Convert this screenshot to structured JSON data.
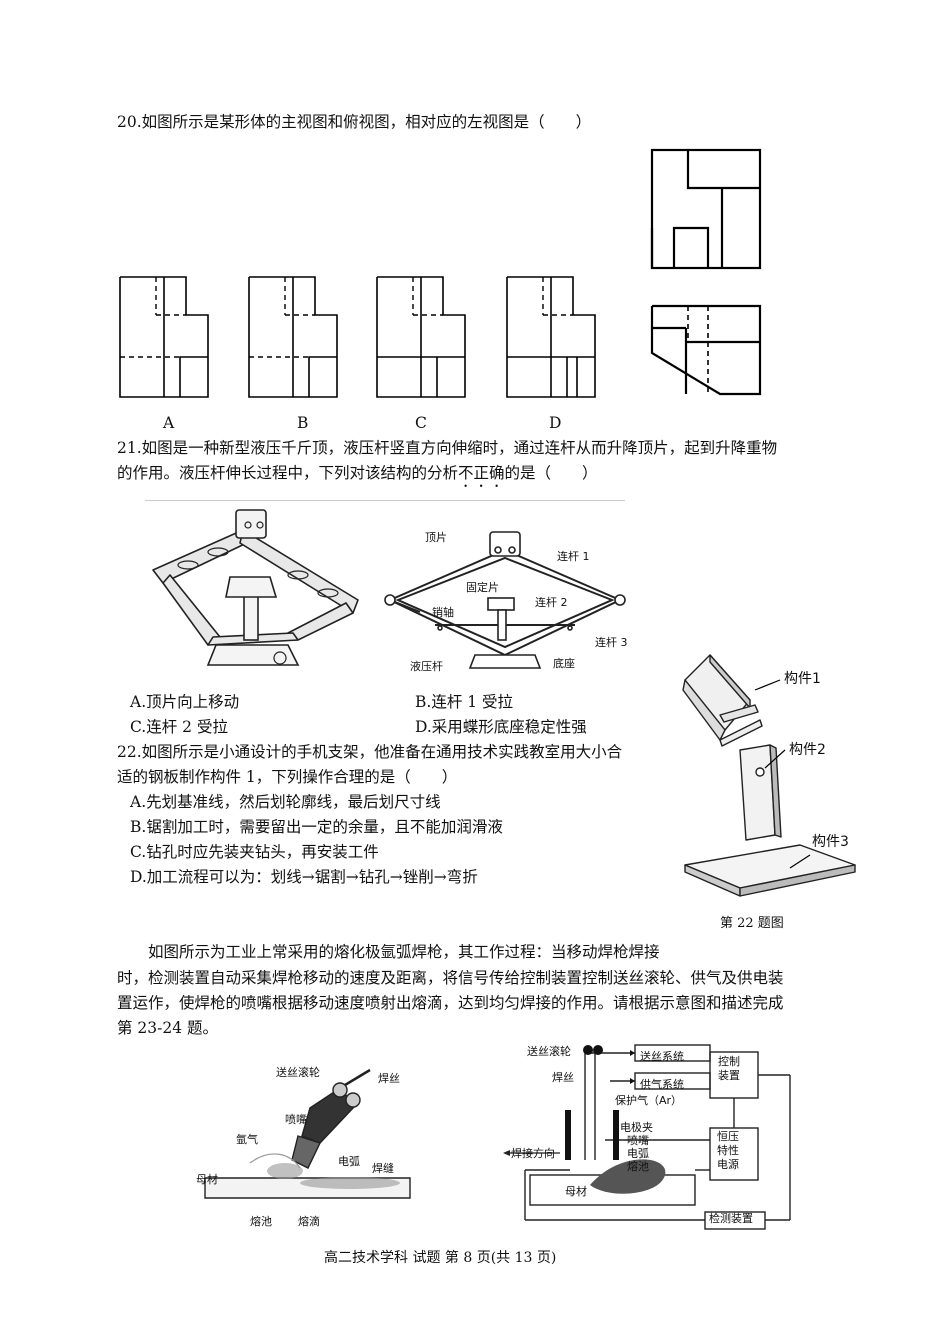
{
  "q20": {
    "stem": "20.如图所示是某形体的主视图和俯视图，相对应的左视图是（　　）",
    "options": [
      "A",
      "B",
      "C",
      "D"
    ]
  },
  "q21": {
    "stem_line1": "21.如图是一种新型液压千斤顶，液压杆竖直方向伸缩时，通过连杆从而升降顶片，起到升降重物",
    "stem_line2_a": "的作用。液压杆伸长过程中，下列对该结构的分析",
    "stem_line2_emph": "不正确",
    "stem_line2_b": "的是（　　）",
    "labels": {
      "top_plate": "顶片",
      "link1": "连杆 1",
      "fixed_plate": "固定片",
      "link2": "连杆 2",
      "pin": "销轴",
      "link3": "连杆 3",
      "hydraulic_rod": "液压杆",
      "base": "底座"
    },
    "option_a": "A.顶片向上移动",
    "option_b": "B.连杆 1 受拉",
    "option_c": "C.连杆 2 受拉",
    "option_d": "D.采用蝶形底座稳定性强"
  },
  "q22": {
    "stem_line1": "22.如图所示是小通设计的手机支架，他准备在通用技术实践教室用大小合",
    "stem_line2": "适的钢板制作构件 1，下列操作合理的是（　　）",
    "option_a": "A.先划基准线，然后划轮廓线，最后划尺寸线",
    "option_b": "B.锯割加工时，需要留出一定的余量，且不能加润滑液",
    "option_c": "C.钻孔时应先装夹钻头，再安装工件",
    "option_d": "D.加工流程可以为：划线→锯割→钻孔→锉削→弯折",
    "part1": "构件1",
    "part2": "构件2",
    "part3": "构件3",
    "caption": "第 22 题图"
  },
  "intro": {
    "line1": "如图所示为工业上常采用的熔化极氩弧焊枪，其工作过程：当移动焊枪焊接",
    "line2": "时，检测装置自动采集焊枪移动的速度及距离，将信号传给控制装置控制送丝滚轮、供气及供电装",
    "line3": "置运作，使焊枪的喷嘴根据移动速度喷射出熔滴，达到均匀焊接的作用。请根据示意图和描述完成",
    "line4": "第 23-24 题。"
  },
  "weld_left": {
    "feed_roller": "送丝滚轮",
    "wire": "焊丝",
    "nozzle": "喷嘴",
    "argon": "氩气",
    "arc": "电弧",
    "seam": "焊缝",
    "base_metal": "母材",
    "pool": "熔池",
    "droplet": "熔滴"
  },
  "weld_right": {
    "feed_roller": "送丝滚轮",
    "feed_system": "送丝系统",
    "control": "控制装置",
    "wire": "焊丝",
    "gas_system": "供气系统",
    "shield_gas": "保护气（Ar）",
    "electrode_clamp": "电极夹",
    "nozzle": "喷嘴",
    "arc": "电弧",
    "pool": "熔池",
    "power": "恒压特性电源",
    "direction": "焊接方向",
    "base_metal": "母材",
    "detector": "检测装置"
  },
  "footer": "高二技术学科 试题 第 8 页(共 13 页)"
}
